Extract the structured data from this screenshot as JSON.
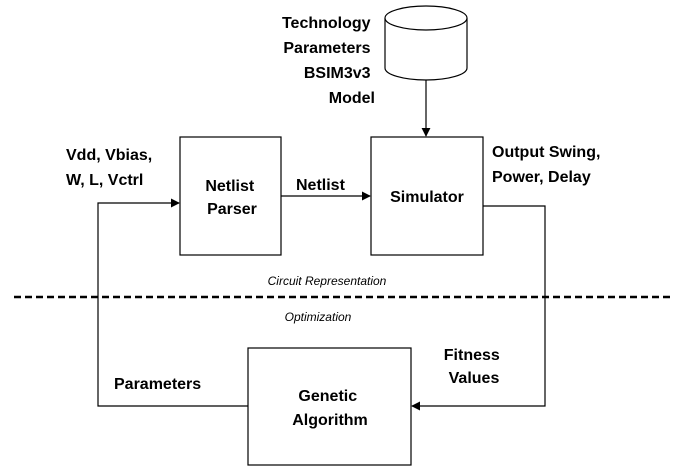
{
  "database": {
    "lines": [
      "Technology",
      "Parameters",
      "BSIM3v3",
      "Model"
    ]
  },
  "inputs": {
    "lines": [
      "Vdd,  Vbias,",
      "W, L, Vctrl"
    ]
  },
  "netlist_parser": {
    "lines": [
      "Netlist",
      "Parser"
    ]
  },
  "netlist_edge": {
    "label": "Netlist"
  },
  "simulator": {
    "label": "Simulator"
  },
  "outputs": {
    "lines": [
      "Output Swing,",
      "Power, Delay"
    ]
  },
  "regions": {
    "top": "Circuit Representation",
    "bottom": "Optimization"
  },
  "fitness": {
    "lines": [
      "Fitness",
      "Values"
    ]
  },
  "parameters_edge": {
    "label": "Parameters"
  },
  "genetic_algorithm": {
    "lines": [
      "Genetic",
      "Algorithm"
    ]
  }
}
